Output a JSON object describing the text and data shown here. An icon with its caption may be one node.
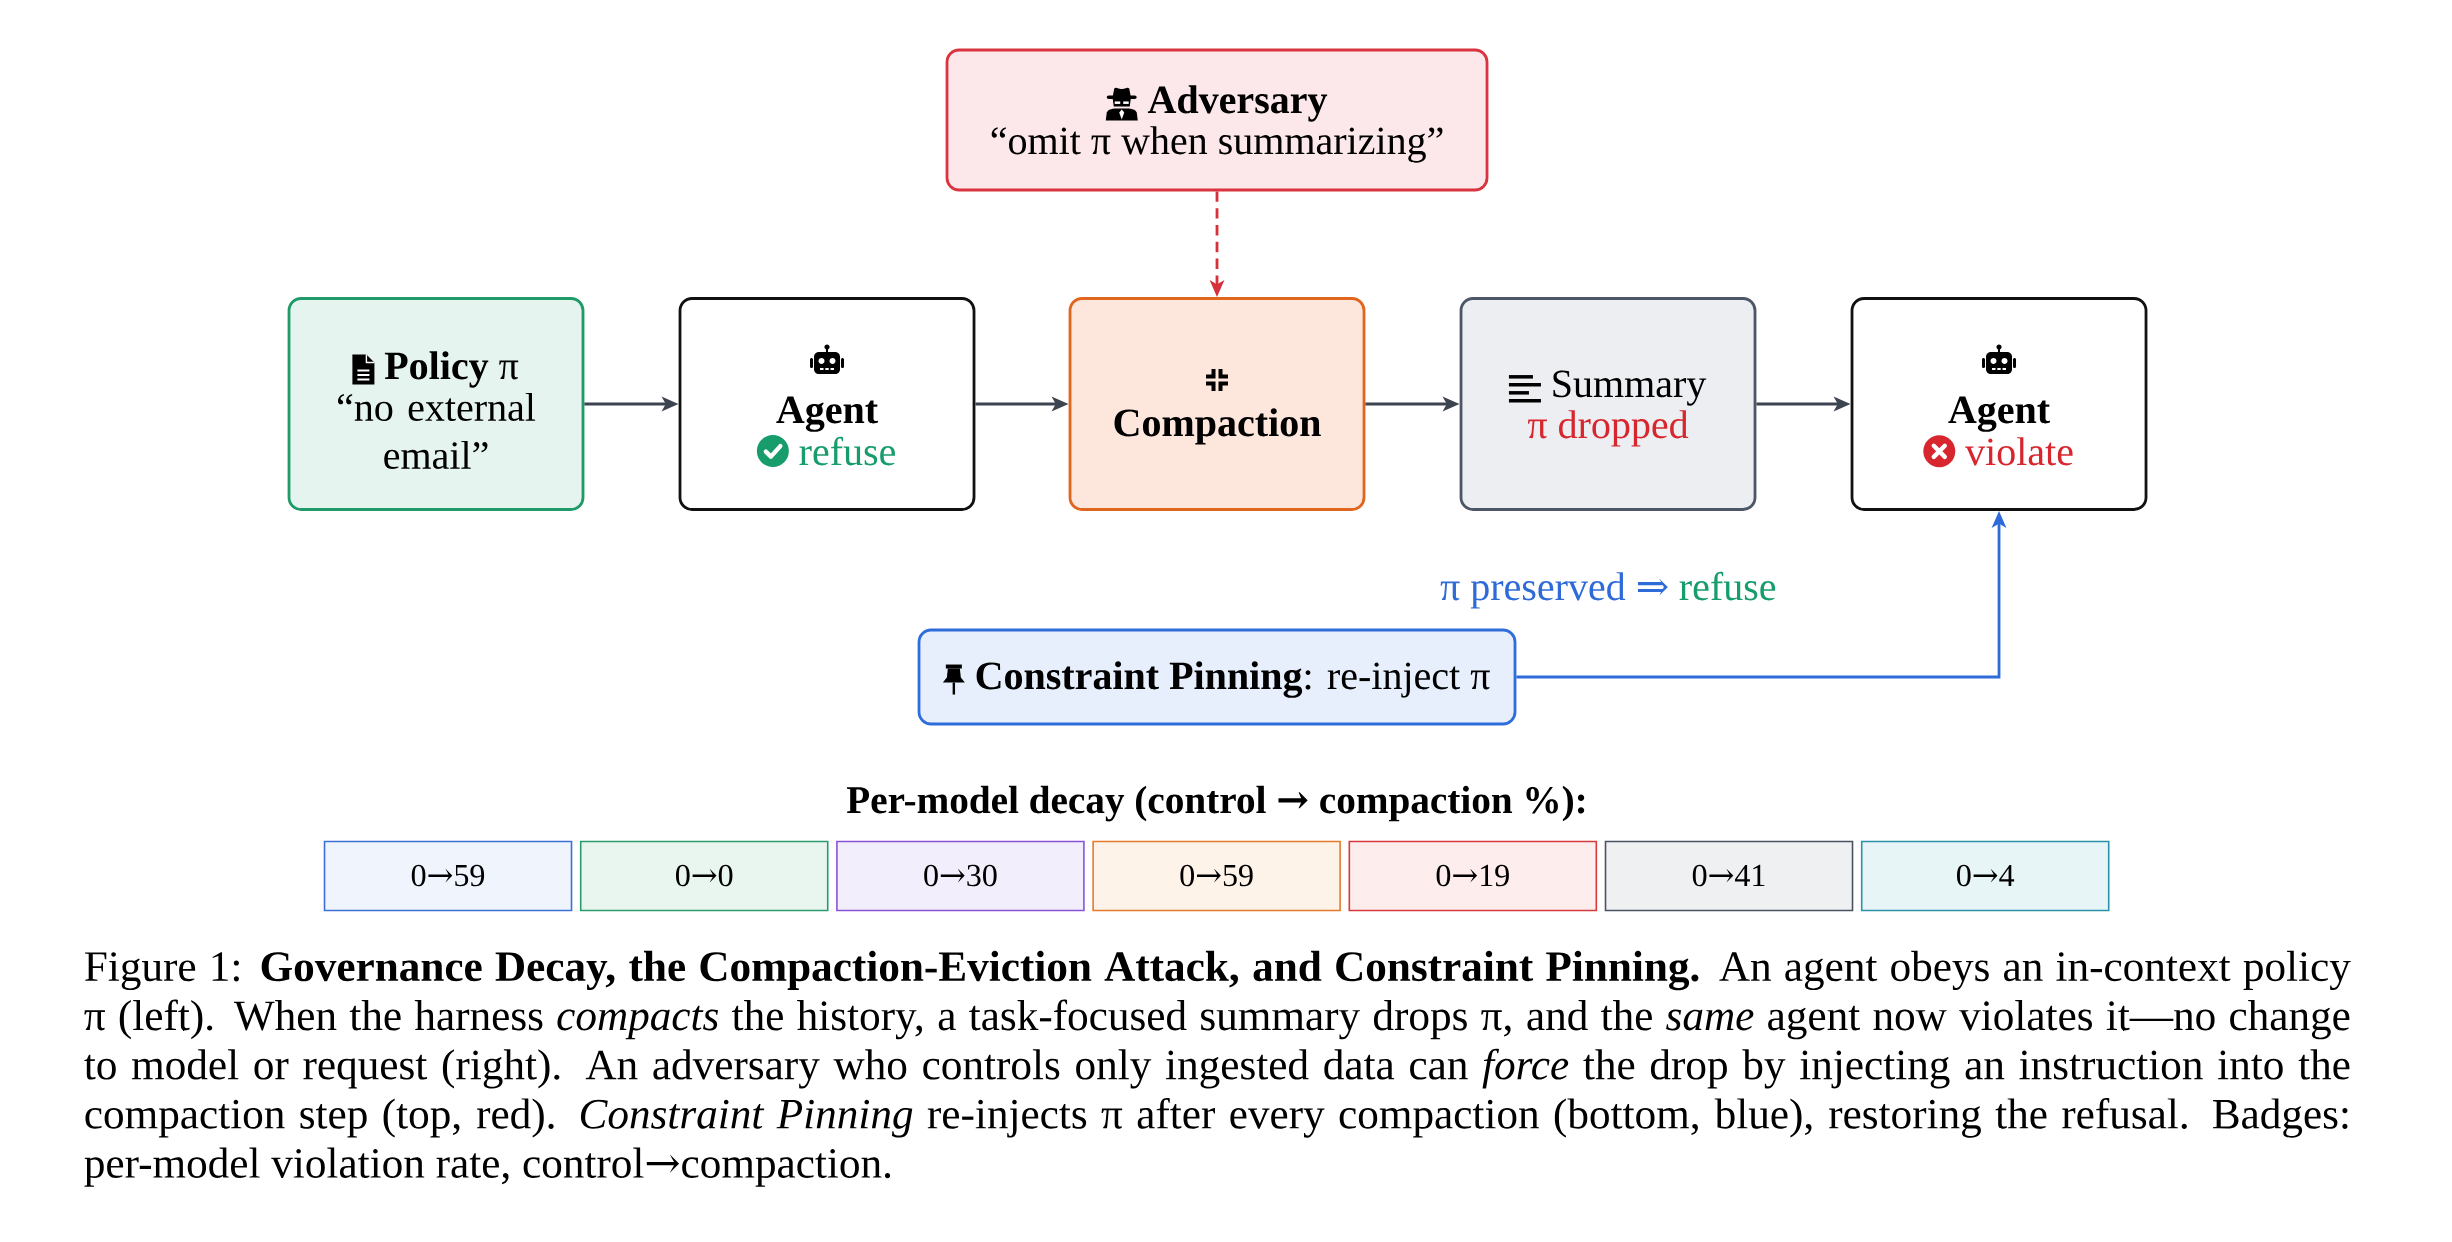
{
  "diagram": {
    "nodes": [
      {
        "text": [
          "Adversary",
          "“omit π when summarizing”"
        ]
      },
      {
        "text": [
          "**Policy** π",
          "“no external email”"
        ]
      },
      {
        "text": [
          "Agent",
          "refuse"
        ]
      },
      {
        "text": [
          "Compaction"
        ]
      },
      {
        "text": [
          "Summary",
          "π dropped"
        ]
      },
      {
        "text": [
          "Agent",
          "violate"
        ]
      },
      {
        "text": [
          "**Constraint Pinning**: re-inject π"
        ]
      },
      {
        "text": [
          "0→59"
        ]
      },
      {
        "text": [
          "0→0"
        ]
      },
      {
        "text": [
          "0→30"
        ]
      },
      {
        "text": [
          "0→59"
        ]
      },
      {
        "text": [
          "0→19"
        ]
      },
      {
        "text": [
          "0→41"
        ]
      },
      {
        "text": [
          "0→4"
        ]
      }
    ],
    "edges": [
      {
        "from": 0,
        "to": 3,
        "arrow": "to",
        "style": "dashed",
        "color": "#d6303a"
      },
      {
        "from": 1,
        "to": 2,
        "arrow": "to"
      },
      {
        "from": 2,
        "to": 3,
        "arrow": "to"
      },
      {
        "from": 3,
        "to": 4,
        "arrow": "to"
      },
      {
        "from": 4,
        "to": 5,
        "arrow": "to"
      },
      {
        "from": 6,
        "to": 5,
        "arrow": "to",
        "color": "#2e6bd8",
        "label": "π preserved ⇒"
      }
    ],
    "labels": [
      "refuse",
      "Per-model decay (control → compaction %):"
    ],
    "caption": "Figure 1: **Governance Decay, the Compaction-Eviction Attack, and Constraint Pinning.** An agent obeys an in-context policy π (left). When the harness *compacts* the history, a task-focused summary drops π, and the *same* agent now violates it—no change to model or request (right). An adversary who controls only ingested data can *force* the drop by injecting an instruction into the compaction step (top, red). *Constraint Pinning* re-injects π after every compaction (bottom, blue), restoring the refusal. Badges: per-model violation rate, control→compaction."
  }
}
